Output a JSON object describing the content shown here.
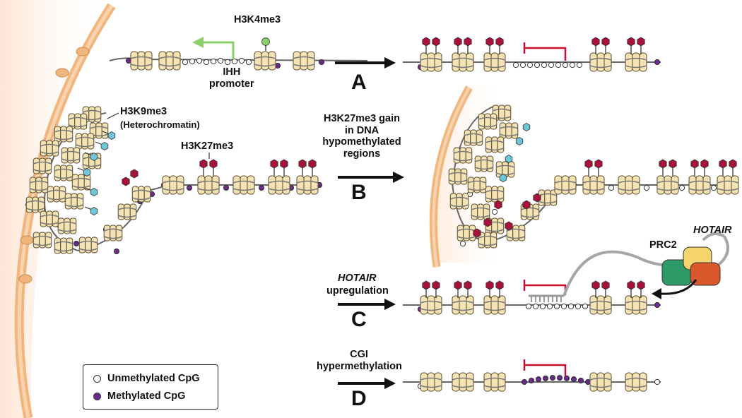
{
  "labels": {
    "h3k4me3": "H3K4me3",
    "ihh_promoter": "IHH\npromoter",
    "h3k9me3": "H3K9me3",
    "heterochromatin": "(Heterochromatin)",
    "h3k27me3": "H3K27me3",
    "step_b_caption": "H3K27me3 gain\nin DNA\nhypomethylated\nregions",
    "step_c_caption_italic": "HOTAIR",
    "step_c_caption": "upregulation",
    "step_d_caption": "CGI\nhypermethylation",
    "prc2": "PRC2",
    "hotair": "HOTAIR"
  },
  "steps": {
    "a": "A",
    "b": "B",
    "c": "C",
    "d": "D"
  },
  "legend": {
    "unmethylated": "Unmethylated CpG",
    "methylated": "Methylated CpG"
  },
  "colors": {
    "nucleosome_fill": "#f4e3b4",
    "nucleosome_stroke": "#5a4a2a",
    "methylated_cpg": "#6a2a8a",
    "unmethylated_cpg": "#ffffff",
    "h3k27me3_mark": "#a8123a",
    "h3k9me3_mark": "#6ec6d6",
    "h3k4me3_mark": "#8ccf6a",
    "repression_bar": "#c8102e",
    "activation_arrow": "#8ccf6a",
    "nuclear_envelope": "#f1b67e",
    "prc2_green": "#2f9a68",
    "prc2_yellow": "#f6d46c",
    "prc2_red": "#d9572b"
  }
}
